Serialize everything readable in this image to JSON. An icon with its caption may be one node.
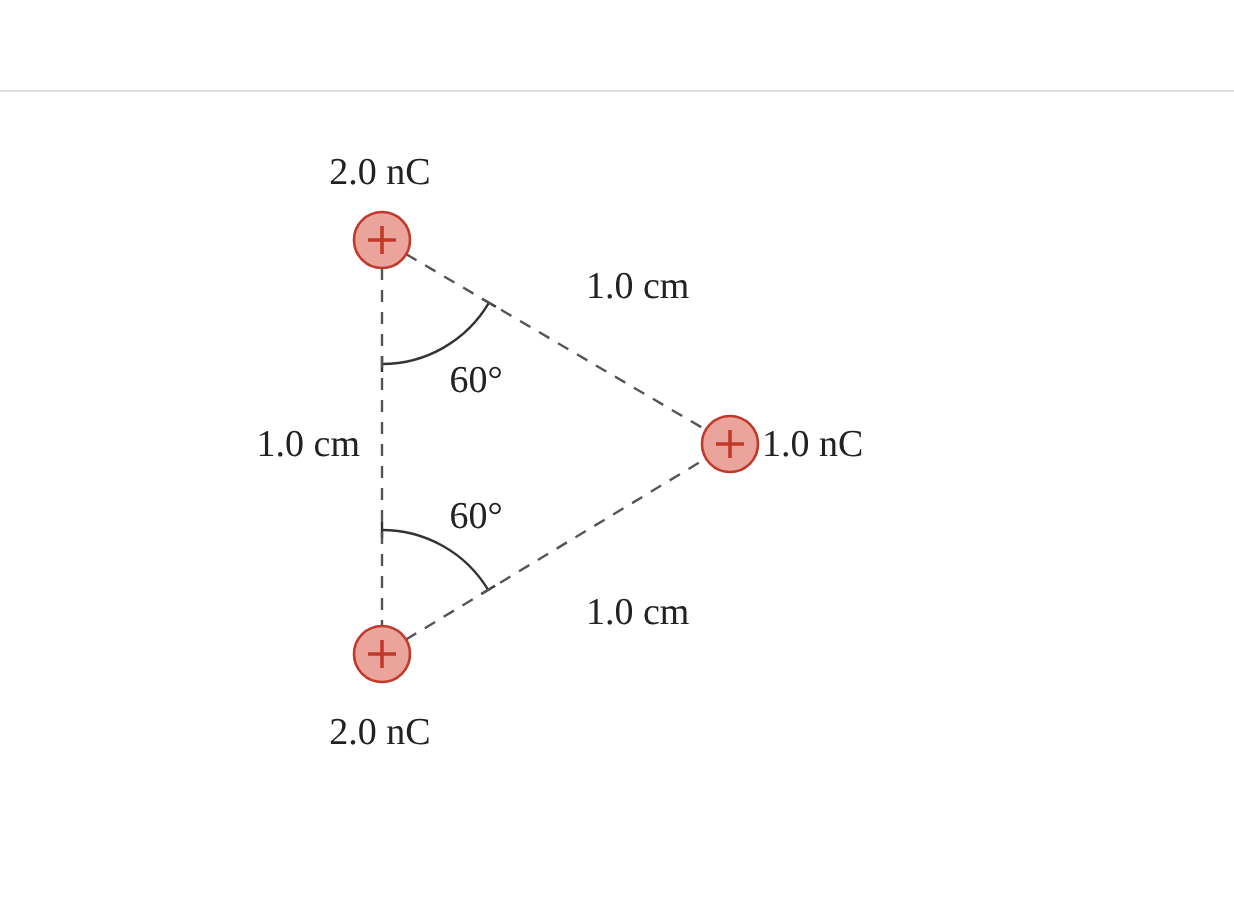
{
  "diagram": {
    "nodes": [
      {
        "text": [],
        "shape": "circle",
        "beside": [
          "2.0 nC"
        ]
      },
      {
        "text": [],
        "shape": "circle",
        "beside": [
          "1.0 nC"
        ]
      },
      {
        "text": [],
        "shape": "circle",
        "beside": [
          "2.0 nC"
        ]
      }
    ],
    "edges": [
      {
        "from": 0,
        "to": 1,
        "arrow": "none",
        "style": "dashed",
        "label": "1.0 cm"
      },
      {
        "from": 0,
        "to": 2,
        "arrow": "none",
        "style": "dashed",
        "label": "1.0 cm"
      },
      {
        "from": 2,
        "to": 1,
        "arrow": "none",
        "style": "dashed",
        "label": "1.0 cm"
      }
    ],
    "labels": [
      "60°",
      "60°"
    ]
  }
}
